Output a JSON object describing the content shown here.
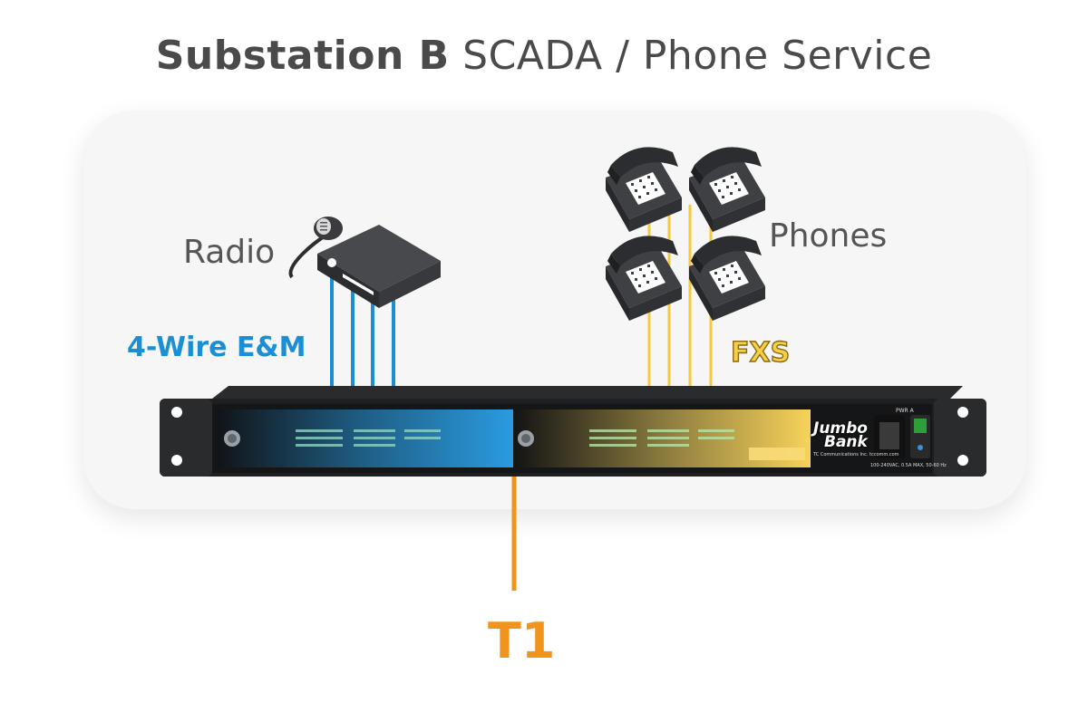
{
  "title": {
    "bold": "Substation B",
    "rest": "SCADA / Phone Service"
  },
  "labels": {
    "radio": "Radio",
    "phones": "Phones",
    "em": "4-Wire E&M",
    "fxs": "FXS",
    "t1": "T1"
  },
  "device": {
    "brand_line1": "Jumbo",
    "brand_line2": "Bank",
    "brand_sub": "TC Communications Inc. tccomm.com",
    "power_label": "PWR A",
    "power_rating": "100-240VAC, 0.5A MAX, 50-60 Hz"
  },
  "colors": {
    "em": "#1a8fd6",
    "fxs": "#f6cf4a",
    "t1": "#f0941e",
    "text": "#4a4a4a"
  }
}
